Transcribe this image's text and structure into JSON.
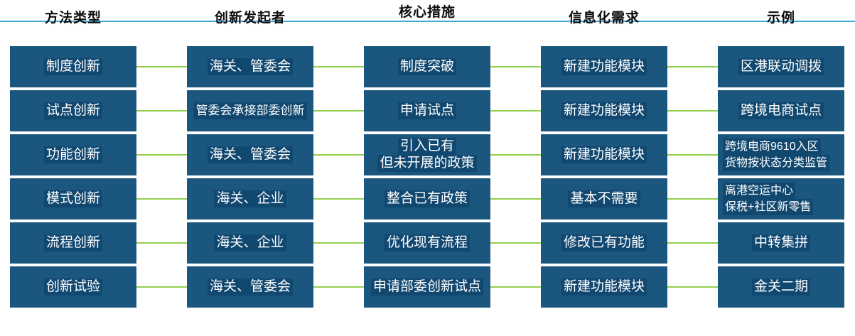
{
  "headers": {
    "method_type": "方法类型",
    "initiator": "创新发起者",
    "core_measure": "核心措施",
    "it_need": "信息化需求",
    "example": "示例"
  },
  "colors": {
    "node_fill": "#1A567E",
    "text_highlight": "#114870",
    "connector_green": "#92D050",
    "header_rule_blue": "#3FA9DC",
    "node_text": "#FFFFFF",
    "header_text": "#0D0D0D"
  },
  "rows": [
    {
      "type": "制度创新",
      "initiator": "海关、管委会",
      "measure": [
        "制度突破"
      ],
      "need": "新建功能模块",
      "example": [
        "区港联动调拨"
      ]
    },
    {
      "type": "试点创新",
      "initiator": "管委会承接部委创新",
      "measure": [
        "申请试点"
      ],
      "need": "新建功能模块",
      "example": [
        "跨境电商试点"
      ]
    },
    {
      "type": "功能创新",
      "initiator": "海关、管委会",
      "measure": [
        "引入已有",
        "但未开展的政策"
      ],
      "need": "新建功能模块",
      "example": [
        "跨境电商9610入区",
        "货物按状态分类监管"
      ]
    },
    {
      "type": "模式创新",
      "initiator": "海关、企业",
      "measure": [
        "整合已有政策"
      ],
      "need": "基本不需要",
      "example": [
        "离港空运中心",
        "保税+社区新零售"
      ]
    },
    {
      "type": "流程创新",
      "initiator": "海关、企业",
      "measure": [
        "优化现有流程"
      ],
      "need": "修改已有功能",
      "example": [
        "中转集拼"
      ]
    },
    {
      "type": "创新试验",
      "initiator": "海关、管委会",
      "measure": [
        "申请部委创新试点"
      ],
      "need": "新建功能模块",
      "example": [
        "金关二期"
      ]
    }
  ]
}
